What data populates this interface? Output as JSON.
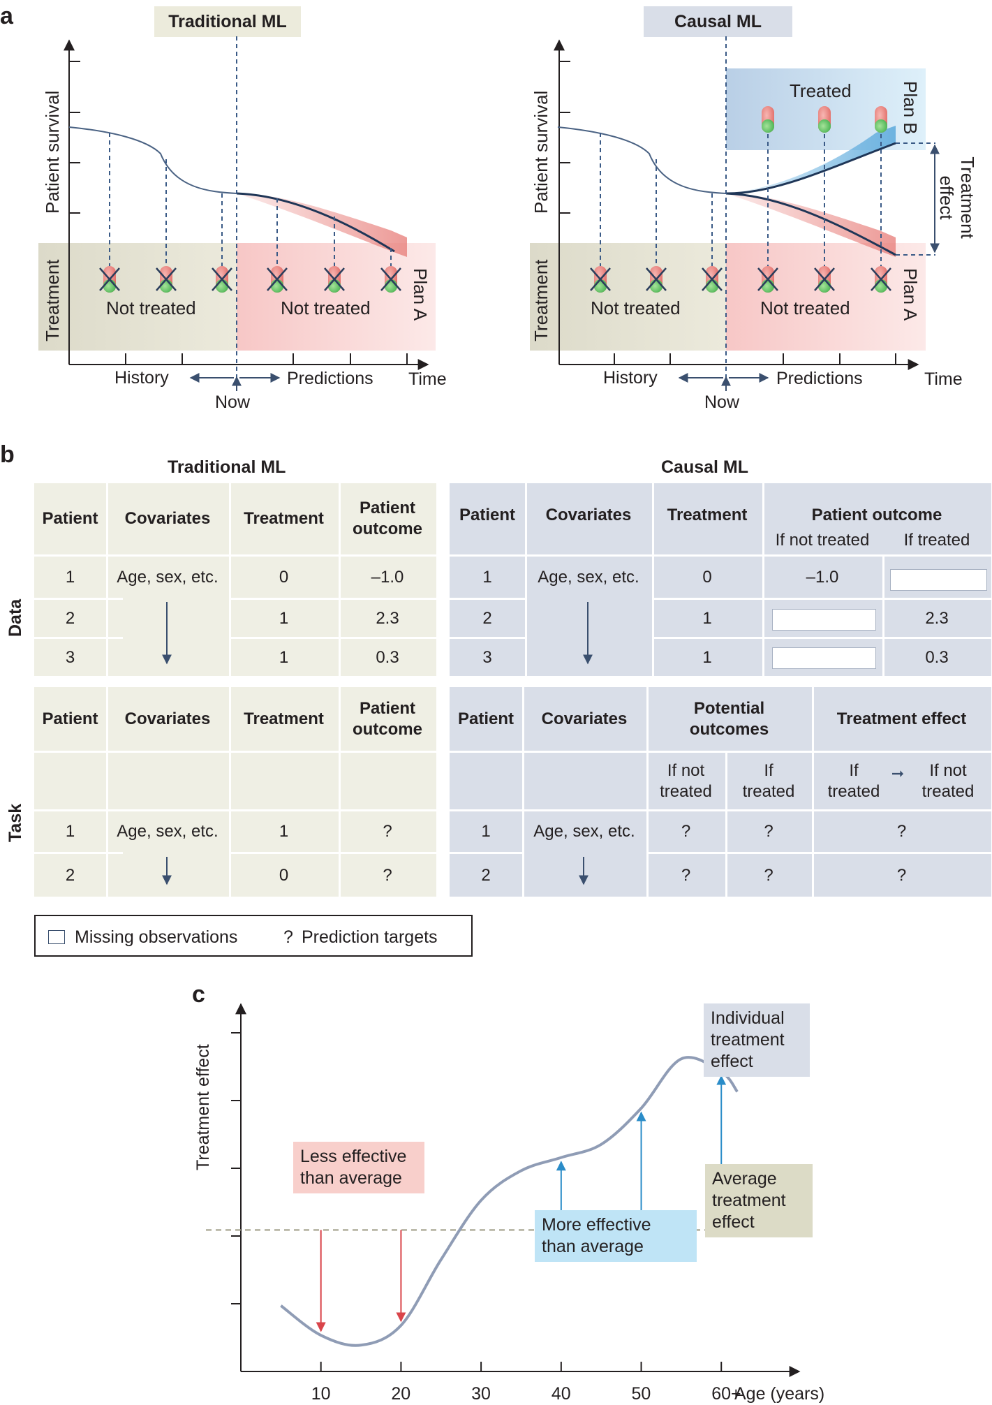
{
  "panel_a": {
    "letter": "a",
    "traditional": {
      "title": "Traditional ML",
      "y_label": "Patient survival",
      "treatment_label": "Treatment",
      "not_treated_history": "Not treated",
      "not_treated_pred": "Not treated",
      "plan_a": "Plan A",
      "history": "History",
      "predictions": "Predictions",
      "now": "Now",
      "time": "Time"
    },
    "causal": {
      "title": "Causal ML",
      "y_label": "Patient survival",
      "treatment_label": "Treatment",
      "not_treated_history": "Not treated",
      "not_treated_pred": "Not treated",
      "treated": "Treated",
      "plan_a": "Plan A",
      "plan_b": "Plan B",
      "treatment_effect": "Treatment effect",
      "history": "History",
      "predictions": "Predictions",
      "now": "Now",
      "time": "Time"
    },
    "colors": {
      "curve": "#4a6283",
      "history_bg": "#e3e1d2",
      "prediction_bg": "#f9d9d8",
      "treated_bg": "#c8dcef",
      "red_band": "#e8807c",
      "blue_band": "#5aa9dc"
    }
  },
  "panel_b": {
    "letter": "b",
    "traditional_title": "Traditional ML",
    "causal_title": "Causal ML",
    "data_label": "Data",
    "task_label": "Task",
    "trad_data": {
      "headers": [
        "Patient",
        "Covariates",
        "Treatment",
        "Patient outcome"
      ],
      "rows": [
        {
          "patient": "1",
          "covariates": "Age, sex, etc.",
          "treatment": "0",
          "outcome": "–1.0"
        },
        {
          "patient": "2",
          "treatment": "1",
          "outcome": "2.3"
        },
        {
          "patient": "3",
          "treatment": "1",
          "outcome": "0.3"
        }
      ]
    },
    "causal_data": {
      "headers": [
        "Patient",
        "Covariates",
        "Treatment",
        "Patient outcome"
      ],
      "subheaders": [
        "If not treated",
        "If treated"
      ],
      "rows": [
        {
          "patient": "1",
          "covariates": "Age, sex, etc.",
          "treatment": "0",
          "if_not": "–1.0",
          "if_treated": ""
        },
        {
          "patient": "2",
          "treatment": "1",
          "if_not": "",
          "if_treated": "2.3"
        },
        {
          "patient": "3",
          "treatment": "1",
          "if_not": "",
          "if_treated": "0.3"
        }
      ]
    },
    "trad_task": {
      "headers": [
        "Patient",
        "Covariates",
        "Treatment",
        "Patient outcome"
      ],
      "rows": [
        {
          "patient": "1",
          "covariates": "Age, sex, etc.",
          "treatment": "1",
          "outcome": "?"
        },
        {
          "patient": "2",
          "treatment": "0",
          "outcome": "?"
        }
      ]
    },
    "causal_task": {
      "headers": [
        "Patient",
        "Covariates",
        "Potential outcomes",
        "Treatment effect"
      ],
      "subheaders": [
        "If not treated",
        "If treated",
        "If treated",
        "If not treated"
      ],
      "rows": [
        {
          "patient": "1",
          "covariates": "Age, sex, etc.",
          "if_not": "?",
          "if_treated": "?",
          "effect": "?"
        },
        {
          "patient": "2",
          "if_not": "?",
          "if_treated": "?",
          "effect": "?"
        }
      ]
    },
    "legend": {
      "missing": "Missing observations",
      "question_mark": "?",
      "targets": "Prediction targets"
    }
  },
  "panel_c": {
    "letter": "c",
    "less_effective": "Less effective than average",
    "more_effective": "More effective than average",
    "individual": "Individual treatment effect",
    "average": "Average treatment effect",
    "colors": {
      "curve": "#8f9cb5",
      "red_arrow": "#d9444a",
      "blue_arrow": "#2a8cc8",
      "less_bg": "#f8cfcb",
      "more_bg": "#bfe4f6",
      "individual_bg": "#d9dee8",
      "average_bg": "#dcdbc6",
      "dashed": "#9c9a82"
    }
  },
  "chart_data": {
    "type": "line",
    "title": "",
    "xlabel": "Age (years)",
    "ylabel": "Treatment effect",
    "x_ticks": [
      "10",
      "20",
      "30",
      "40",
      "50",
      "60+"
    ],
    "x": [
      5,
      10,
      15,
      20,
      25,
      30,
      35,
      40,
      45,
      50,
      55,
      60,
      62
    ],
    "series": [
      {
        "values": [
          1.0,
          0.55,
          0.4,
          0.7,
          1.7,
          2.6,
          3.05,
          3.25,
          3.45,
          4.0,
          4.75,
          4.55,
          4.25
        ]
      }
    ],
    "average_effect": 2.15,
    "ylim": [
      0,
      5.4
    ],
    "xlim": [
      0,
      68
    ],
    "grid": false
  }
}
